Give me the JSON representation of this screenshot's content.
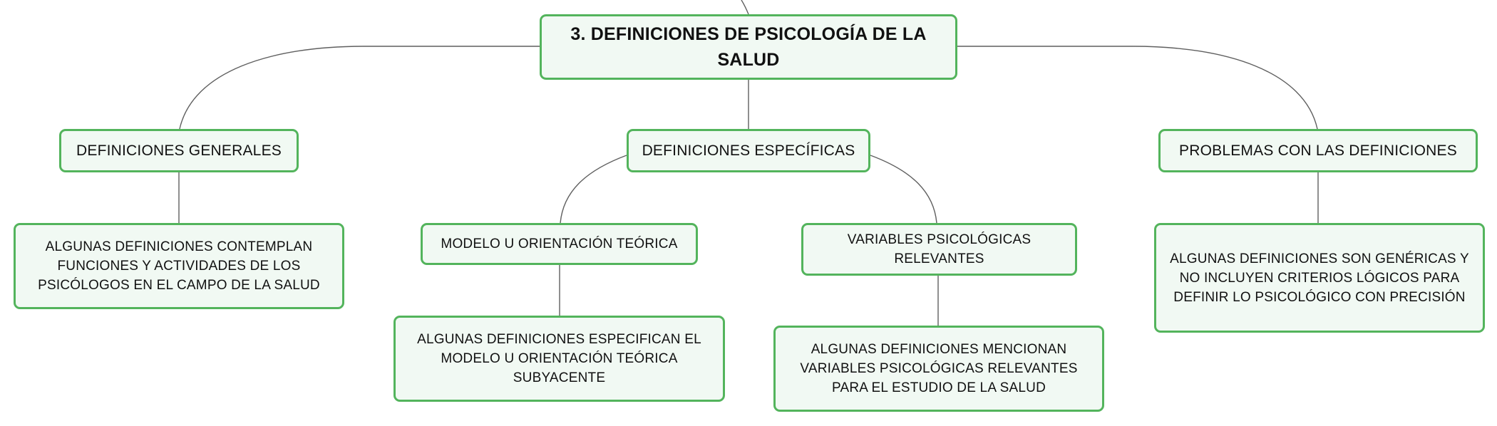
{
  "diagram": {
    "root": {
      "label": "3. DEFINICIONES DE PSICOLOGÍA DE LA SALUD"
    },
    "branches": [
      {
        "label": "DEFINICIONES GENERALES",
        "children": [
          {
            "label": "ALGUNAS DEFINICIONES CONTEMPLAN FUNCIONES Y ACTIVIDADES DE LOS PSICÓLOGOS EN EL CAMPO DE LA SALUD"
          }
        ]
      },
      {
        "label": "DEFINICIONES ESPECÍFICAS",
        "children": [
          {
            "label": "MODELO U ORIENTACIÓN TEÓRICA",
            "children": [
              {
                "label": "ALGUNAS DEFINICIONES ESPECIFICAN EL MODELO U ORIENTACIÓN TEÓRICA SUBYACENTE"
              }
            ]
          },
          {
            "label": "VARIABLES PSICOLÓGICAS RELEVANTES",
            "children": [
              {
                "label": "ALGUNAS DEFINICIONES MENCIONAN VARIABLES PSICOLÓGICAS RELEVANTES PARA EL ESTUDIO DE LA SALUD"
              }
            ]
          }
        ]
      },
      {
        "label": "PROBLEMAS CON LAS DEFINICIONES",
        "children": [
          {
            "label": "ALGUNAS DEFINICIONES SON GENÉRICAS Y NO INCLUYEN CRITERIOS LÓGICOS PARA DEFINIR LO PSICOLÓGICO CON PRECISIÓN"
          }
        ]
      }
    ]
  }
}
